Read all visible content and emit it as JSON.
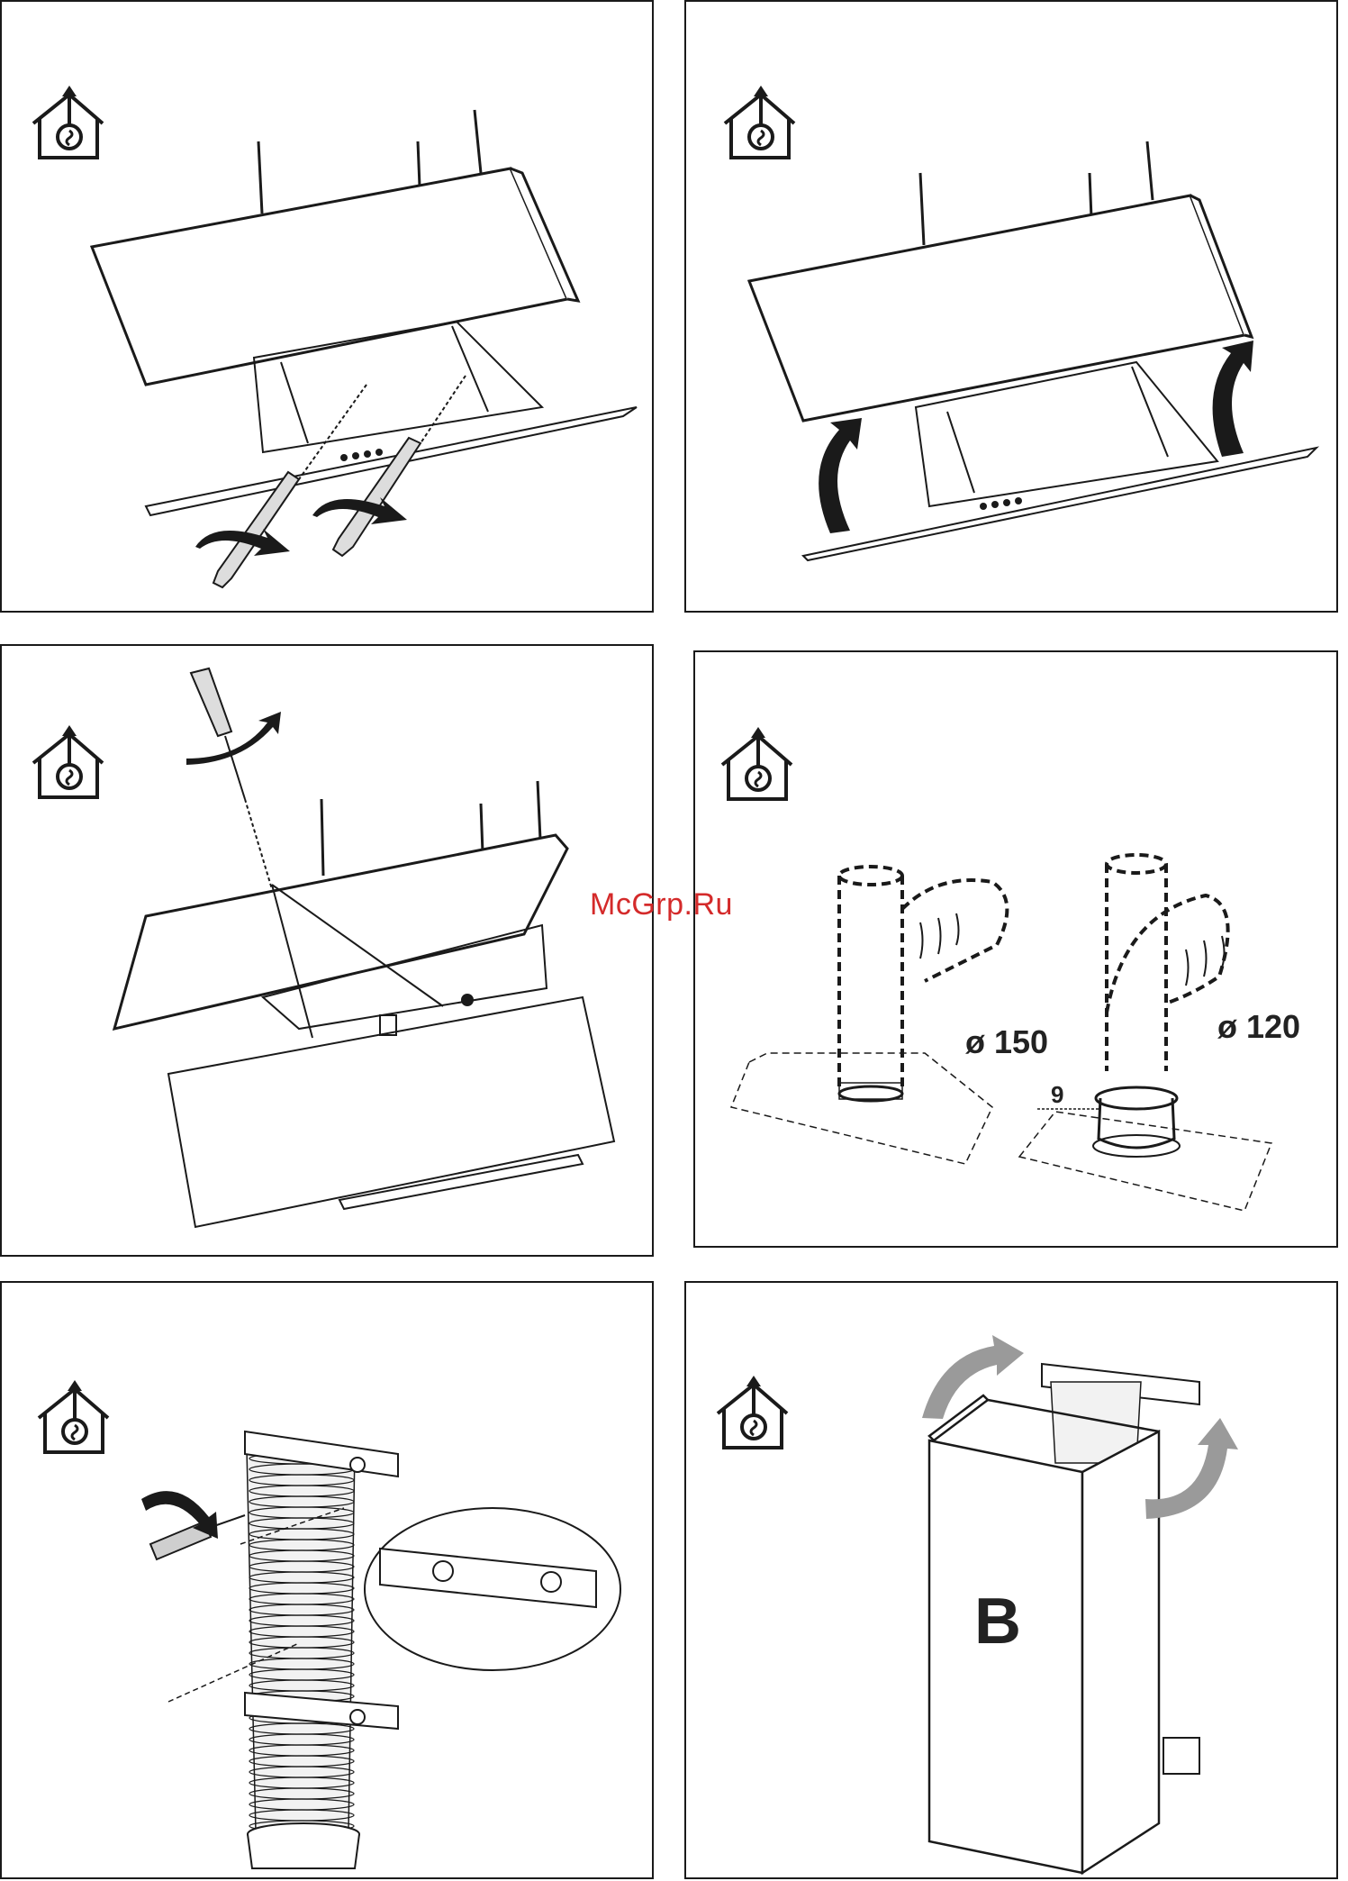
{
  "page": {
    "title": ""
  },
  "panels": [
    {
      "id": 1,
      "caption": ""
    },
    {
      "id": 2,
      "caption": ""
    },
    {
      "id": 3,
      "caption": ""
    },
    {
      "id": 4,
      "caption": ""
    },
    {
      "id": 5,
      "caption": ""
    },
    {
      "id": 6,
      "caption": ""
    }
  ],
  "labels": {
    "duct_150": "ø 150",
    "duct_120": "ø 120",
    "part_number": "9",
    "chimney_letter": "B"
  },
  "watermark": "McGrp.Ru",
  "icons": {
    "mode": "ducted-exhaust-house-fan-icon"
  },
  "colors": {
    "line": "#1a1a1a",
    "arrow_grey": "#9a9a9a",
    "watermark": "#d42a2a"
  }
}
